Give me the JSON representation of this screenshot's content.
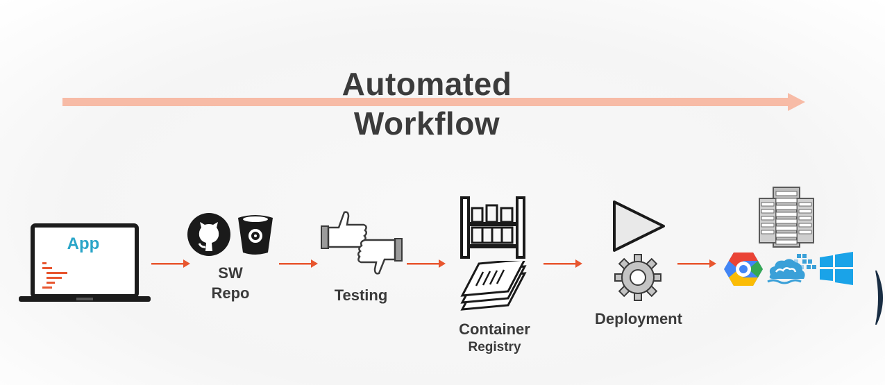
{
  "header": {
    "title_line1": "Automated",
    "title_line2": "Workflow"
  },
  "stages": {
    "app": {
      "screen_text": "App",
      "icon": "laptop-icon"
    },
    "repo": {
      "label_line1": "SW",
      "label_line2": "Repo",
      "icons": [
        "github-icon",
        "bitbucket-icon"
      ]
    },
    "testing": {
      "label": "Testing",
      "icons": [
        "thumbs-up-icon",
        "thumbs-down-icon"
      ]
    },
    "registry": {
      "label_line1": "Container",
      "label_line2": "Registry",
      "icons": [
        "container-rack-icon",
        "documents-stack-icon"
      ]
    },
    "deployment": {
      "label": "Deployment",
      "icons": [
        "play-icon",
        "gear-icon"
      ]
    },
    "targets": {
      "icons": [
        "server-rack-icon",
        "google-cloud-icon",
        "digitalocean-icon",
        "windows-icon"
      ]
    }
  },
  "colors": {
    "workflow_arrow": "#f7bba6",
    "step_arrow": "#e8562f",
    "text": "#3b3b3b",
    "app_text": "#2aa5c8",
    "code_lines": "#e8562f"
  }
}
